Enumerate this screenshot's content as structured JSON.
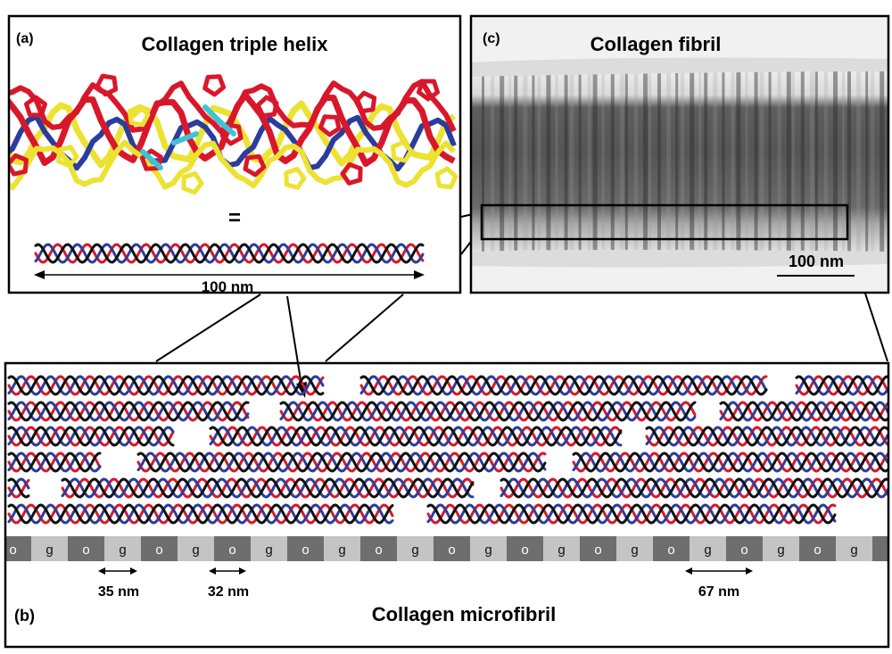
{
  "panel_a": {
    "letter": "(a)",
    "title": "Collagen triple helix",
    "equals": "=",
    "scale_label": "100 nm"
  },
  "panel_b": {
    "letter": "(b)",
    "title": "Collagen microfibril",
    "band_labels": [
      "o",
      "g",
      "o",
      "g",
      "o",
      "g",
      "o",
      "g",
      "o",
      "g",
      "o",
      "g",
      "o",
      "g",
      "o",
      "g",
      "o",
      "g",
      "o",
      "g",
      "o",
      "g",
      "o",
      "g",
      "o"
    ],
    "dims": [
      "35 nm",
      "32 nm",
      "67 nm"
    ]
  },
  "panel_c": {
    "letter": "(c)",
    "title": "Collagen fibril",
    "scale_label": "100 nm"
  },
  "colors": {
    "strand_red": "#d8182a",
    "strand_blue": "#2b3d9c",
    "strand_black": "#111111",
    "yellow": "#ece232",
    "cyan": "#3cc3d8",
    "overlap_band": "#6e6e6e",
    "gap_band": "#c4c4c4"
  }
}
